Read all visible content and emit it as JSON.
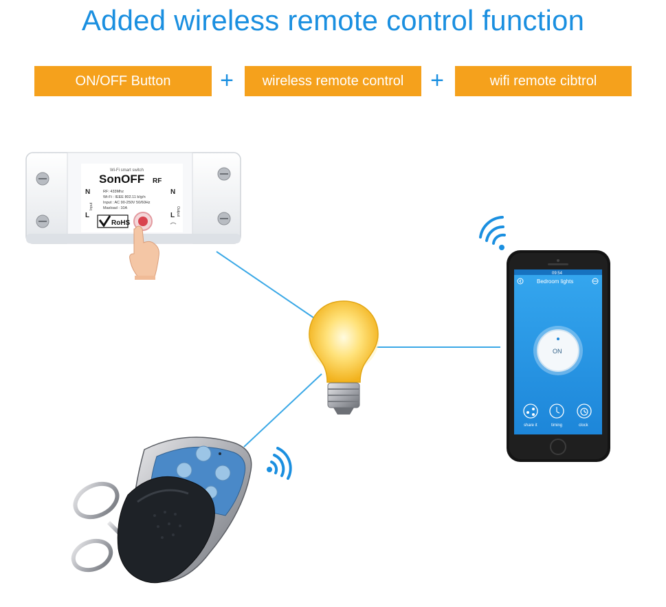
{
  "headline": "Added wireless remote control function",
  "features": [
    {
      "label": "ON/OFF Button"
    },
    {
      "label": "wireless remote control"
    },
    {
      "label": "wifi remote cibtrol"
    }
  ],
  "plus_symbol": "+",
  "switch_device": {
    "brand": "SonOFF",
    "model_suffix": "RF",
    "subtitle": "Wi-Fi smart switch",
    "spec_rf": "RF: 433Mhz",
    "spec_wifi": "Wi-Fi : IEEE 802.11 b/g/n",
    "spec_input": "Input : AC 90-250V  50/60Hz",
    "spec_maxload": "Maxload : 10A",
    "cert": "RoHS",
    "terminal_n": "N",
    "terminal_l": "L",
    "input_label": "Input",
    "output_label": "Output"
  },
  "phone": {
    "status_time": "09:54",
    "app_title": "Bedroom lights",
    "power_label": "ON",
    "actions": [
      {
        "label": "share it",
        "icon": "share-icon"
      },
      {
        "label": "timing",
        "icon": "timing-icon"
      },
      {
        "label": "clock",
        "icon": "clock-icon"
      }
    ]
  },
  "colors": {
    "accent_blue": "#1a8fe0",
    "feature_orange": "#f5a11c",
    "app_blue": "#2a9be8",
    "connector_line": "#3aa8e6",
    "bulb_yellow": "#ffd54a"
  }
}
